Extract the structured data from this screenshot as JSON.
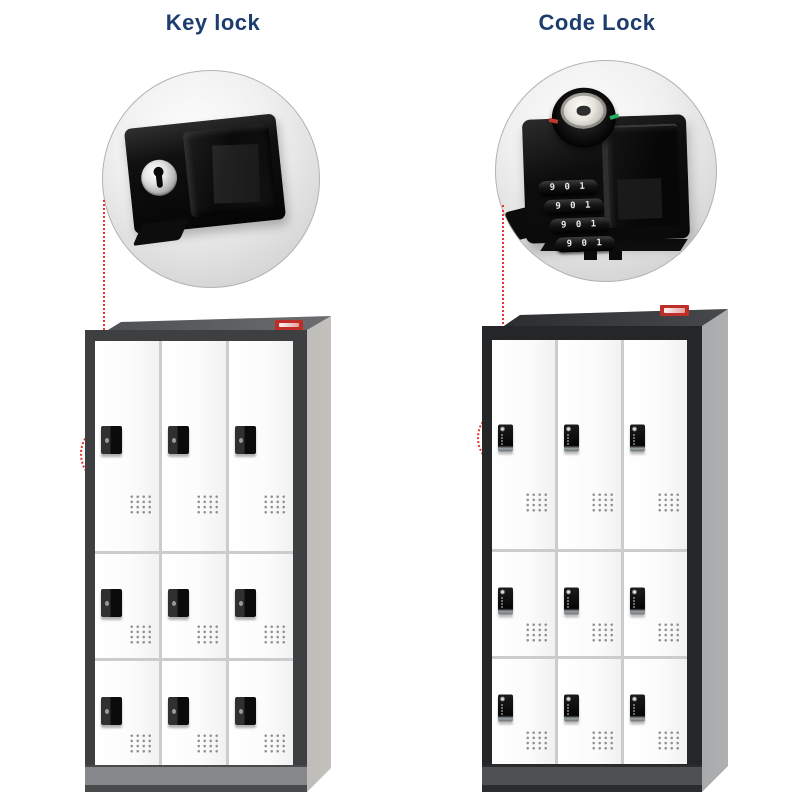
{
  "page": {
    "background": "#ffffff"
  },
  "titles": {
    "color": "#1c3d6e"
  },
  "annotation": {
    "color": "#e8372b",
    "style": "dotted"
  },
  "brand_badge": {
    "color": "#bf2d28"
  },
  "key_lock_panel": {
    "title": "Key lock",
    "closeup": {
      "subject": "key-lock-photo"
    },
    "cabinet": {
      "rows": 3,
      "cols": 3,
      "doors": 9,
      "lock_type": "key",
      "colors": {
        "frame": "#3e3f41",
        "top": "#5b5d60",
        "side": "#a9a6a2",
        "base": "#86888b",
        "door": "#fcfcfc"
      }
    }
  },
  "code_lock_panel": {
    "title": "Code Lock",
    "closeup": {
      "subject": "code-lock-photo",
      "dials": [
        "9 0 1",
        "9 0 1",
        "9 0 1",
        "9 0 1"
      ]
    },
    "cabinet": {
      "rows": 3,
      "cols": 3,
      "doors": 9,
      "lock_type": "code",
      "colors": {
        "frame": "#252628",
        "top": "#323437",
        "side": "#8b8d8f",
        "base": "#4e5052",
        "door": "#fcfcfc"
      }
    }
  }
}
